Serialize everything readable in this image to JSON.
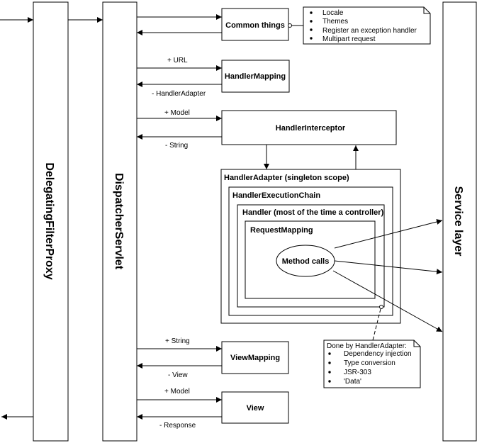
{
  "columns": {
    "proxy": "DelegatingFilterProxy",
    "dispatcher": "DispatcherServlet",
    "service": "Service layer"
  },
  "boxes": {
    "common_things": "Common things",
    "handler_mapping": "HandlerMapping",
    "handler_interceptor": "HandlerInterceptor",
    "view_mapping": "ViewMapping",
    "view": "View"
  },
  "nested": {
    "handler_adapter": "HandlerAdapter (singleton scope)",
    "execution_chain": "HandlerExecutionChain",
    "handler": "Handler (most of the time a controller)",
    "request_mapping": "RequestMapping",
    "method_calls": "Method calls"
  },
  "arrow_labels": {
    "url": "+ URL",
    "handler_adapter": "- HandlerAdapter",
    "model_in": "+ Model",
    "string_out": "- String",
    "string_in": "+ String",
    "view_out": "- View",
    "model_view": "+ Model",
    "response": "- Response"
  },
  "notes": {
    "common": [
      "Locale",
      "Themes",
      "Register an exception handler",
      "Multipart request"
    ],
    "adapter_title": "Done by HandlerAdapter:",
    "adapter": [
      "Dependency injection",
      "Type conversion",
      "JSR-303",
      "'Data'"
    ]
  }
}
